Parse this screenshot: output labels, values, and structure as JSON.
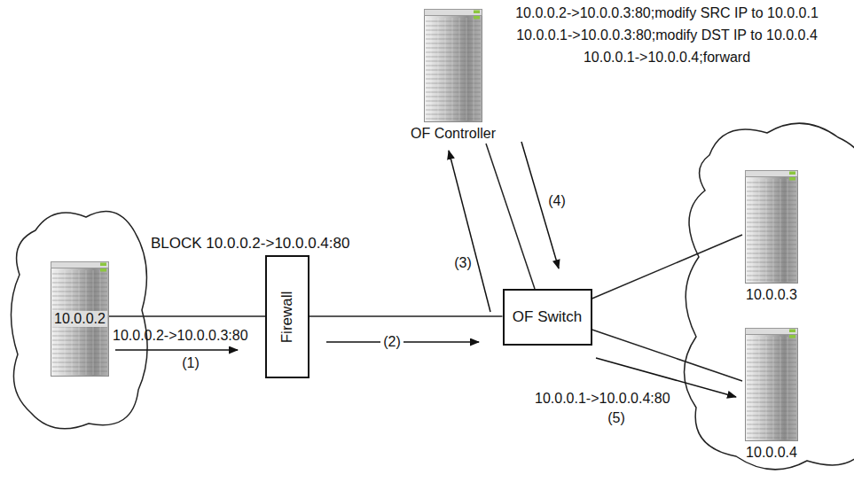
{
  "diagram": {
    "nodes": [
      {
        "text": [
          "10.0.0.2"
        ]
      },
      {
        "text": [
          "Firewall"
        ]
      },
      {
        "text": [
          "OF Controller"
        ]
      },
      {
        "text": [
          "OF Switch"
        ]
      },
      {
        "text": [
          "10.0.0.3"
        ]
      },
      {
        "text": [
          "10.0.0.4"
        ]
      }
    ],
    "edges": [
      {
        "from": 0,
        "to": 1,
        "arrow": "none"
      },
      {
        "from": 1,
        "to": 3,
        "arrow": "none"
      },
      {
        "from": 3,
        "to": 2,
        "arrow": "none"
      },
      {
        "from": 3,
        "to": 4,
        "arrow": "none"
      },
      {
        "from": 3,
        "to": 5,
        "arrow": "none"
      }
    ],
    "labels": [
      "10.0.0.2->10.0.0.3:80;modify SRC IP to 10.0.0.1",
      "10.0.0.1->10.0.0.3:80;modify DST IP to 10.0.0.4",
      "10.0.0.1->10.0.0.4;forward",
      "BLOCK 10.0.0.2->10.0.0.4:80",
      "10.0.0.2->10.0.0.3:80",
      "(1)",
      "(2)",
      "(3)",
      "(4)",
      "10.0.0.1->10.0.0.4:80",
      "(5)"
    ]
  }
}
